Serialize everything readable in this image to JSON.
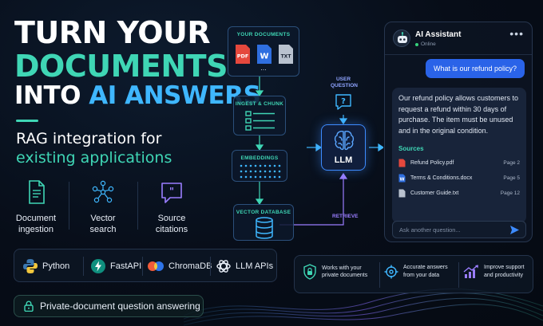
{
  "headline": {
    "line1": "TURN YOUR",
    "line2": "DOCUMENTS",
    "line3a": "INTO",
    "line3b": "AI ANSWERS"
  },
  "subtitle": {
    "line1": "RAG integration for",
    "line2": "existing applications"
  },
  "features": [
    {
      "line1": "Document",
      "line2": "ingestion",
      "icon": "document-icon"
    },
    {
      "line1": "Vector",
      "line2": "search",
      "icon": "network-icon"
    },
    {
      "line1": "Source",
      "line2": "citations",
      "icon": "chat-quote-icon"
    }
  ],
  "tech": [
    "Python",
    "FastAPI",
    "ChromaDB",
    "LLM APIs"
  ],
  "pill": "Private-document question answering",
  "pipeline": {
    "your_documents": "YOUR DOCUMENTS",
    "ingest": "INGEST & CHUNK",
    "embeddings": "EMBEDDINGS",
    "vector_db": "VECTOR DATABASE",
    "user_question": "USER QUESTION",
    "llm": "LLM",
    "retrieve": "RETRIEVE",
    "file_pdf": "PDF",
    "file_word": "W",
    "file_txt": "TXT",
    "more": "..."
  },
  "chat": {
    "name": "AI Assistant",
    "status": "Online",
    "menu": "•••",
    "question": "What is our refund policy?",
    "answer": "Our refund policy allows customers to request a refund within 30 days of purchase. The item must be unused and in the original condition.",
    "sources_title": "Sources",
    "sources": [
      {
        "name": "Refund Policy.pdf",
        "page": "Page 2",
        "color": "#e5483d"
      },
      {
        "name": "Terms & Conditions.docx",
        "page": "Page 5",
        "color": "#2f6fe0"
      },
      {
        "name": "Customer Guide.txt",
        "page": "Page 12",
        "color": "#b9c2cf"
      }
    ],
    "ask_placeholder": "Ask another question..."
  },
  "benefits": [
    {
      "line1": "Works with your",
      "line2": "private documents"
    },
    {
      "line1": "Accurate answers",
      "line2": "from your data"
    },
    {
      "line1": "Improve support",
      "line2": "and productivity"
    }
  ],
  "colors": {
    "accent_teal": "#3fd6b5",
    "accent_blue": "#3fb7ff",
    "user_bubble": "#2a63e8",
    "retrieve_purple": "#9a7dff"
  }
}
